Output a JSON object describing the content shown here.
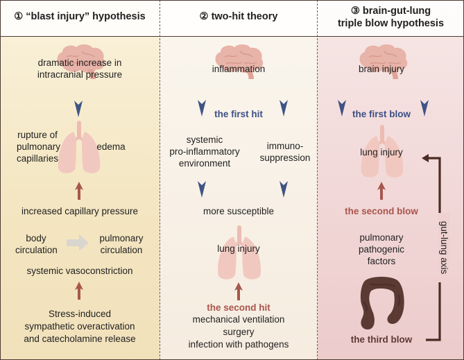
{
  "panels": [
    {
      "title": "① “blast injury” hypothesis",
      "labels": {
        "pressure": "dramatic increase in\nintracranial pressure",
        "rupture": "rupture of\npulmonary\ncapillaries",
        "edema": "edema",
        "capillary": "increased capillary pressure",
        "body_circ": "body\ncirculation",
        "pulm_circ": "pulmonary\ncirculation",
        "vasoconstriction": "systemic vasoconstriction",
        "stress": "Stress-induced\nsympathetic overactivation\nand catecholamine release"
      }
    },
    {
      "title": "② two-hit theory",
      "labels": {
        "inflammation": "inflammation",
        "first_hit": "the first hit",
        "systemic": "systemic\npro-inflammatory\nenvironment",
        "immuno": "immuno-\nsuppression",
        "susceptible": "more susceptible",
        "lung_injury": "lung injury",
        "second_hit": "the second hit",
        "causes": "mechanical ventilation\nsurgery\ninfection with pathogens"
      }
    },
    {
      "title": "③ brain-gut-lung\ntriple blow hypothesis",
      "labels": {
        "brain_injury": "brain injury",
        "first_blow": "the first blow",
        "lung_injury": "lung injury",
        "second_blow": "the second blow",
        "factors": "pulmonary\npathogenic\nfactors",
        "third_blow": "the third blow",
        "axis": "gut-lung axis"
      }
    }
  ],
  "colors": {
    "blue_arrow": "#3f5384",
    "red_arrow": "#a6574d",
    "brain": "#e8b3a8",
    "lung": "#f1c8bf",
    "gut": "#5b3a34"
  },
  "icons": [
    "brain-icon",
    "lungs-icon",
    "intestine-icon"
  ]
}
